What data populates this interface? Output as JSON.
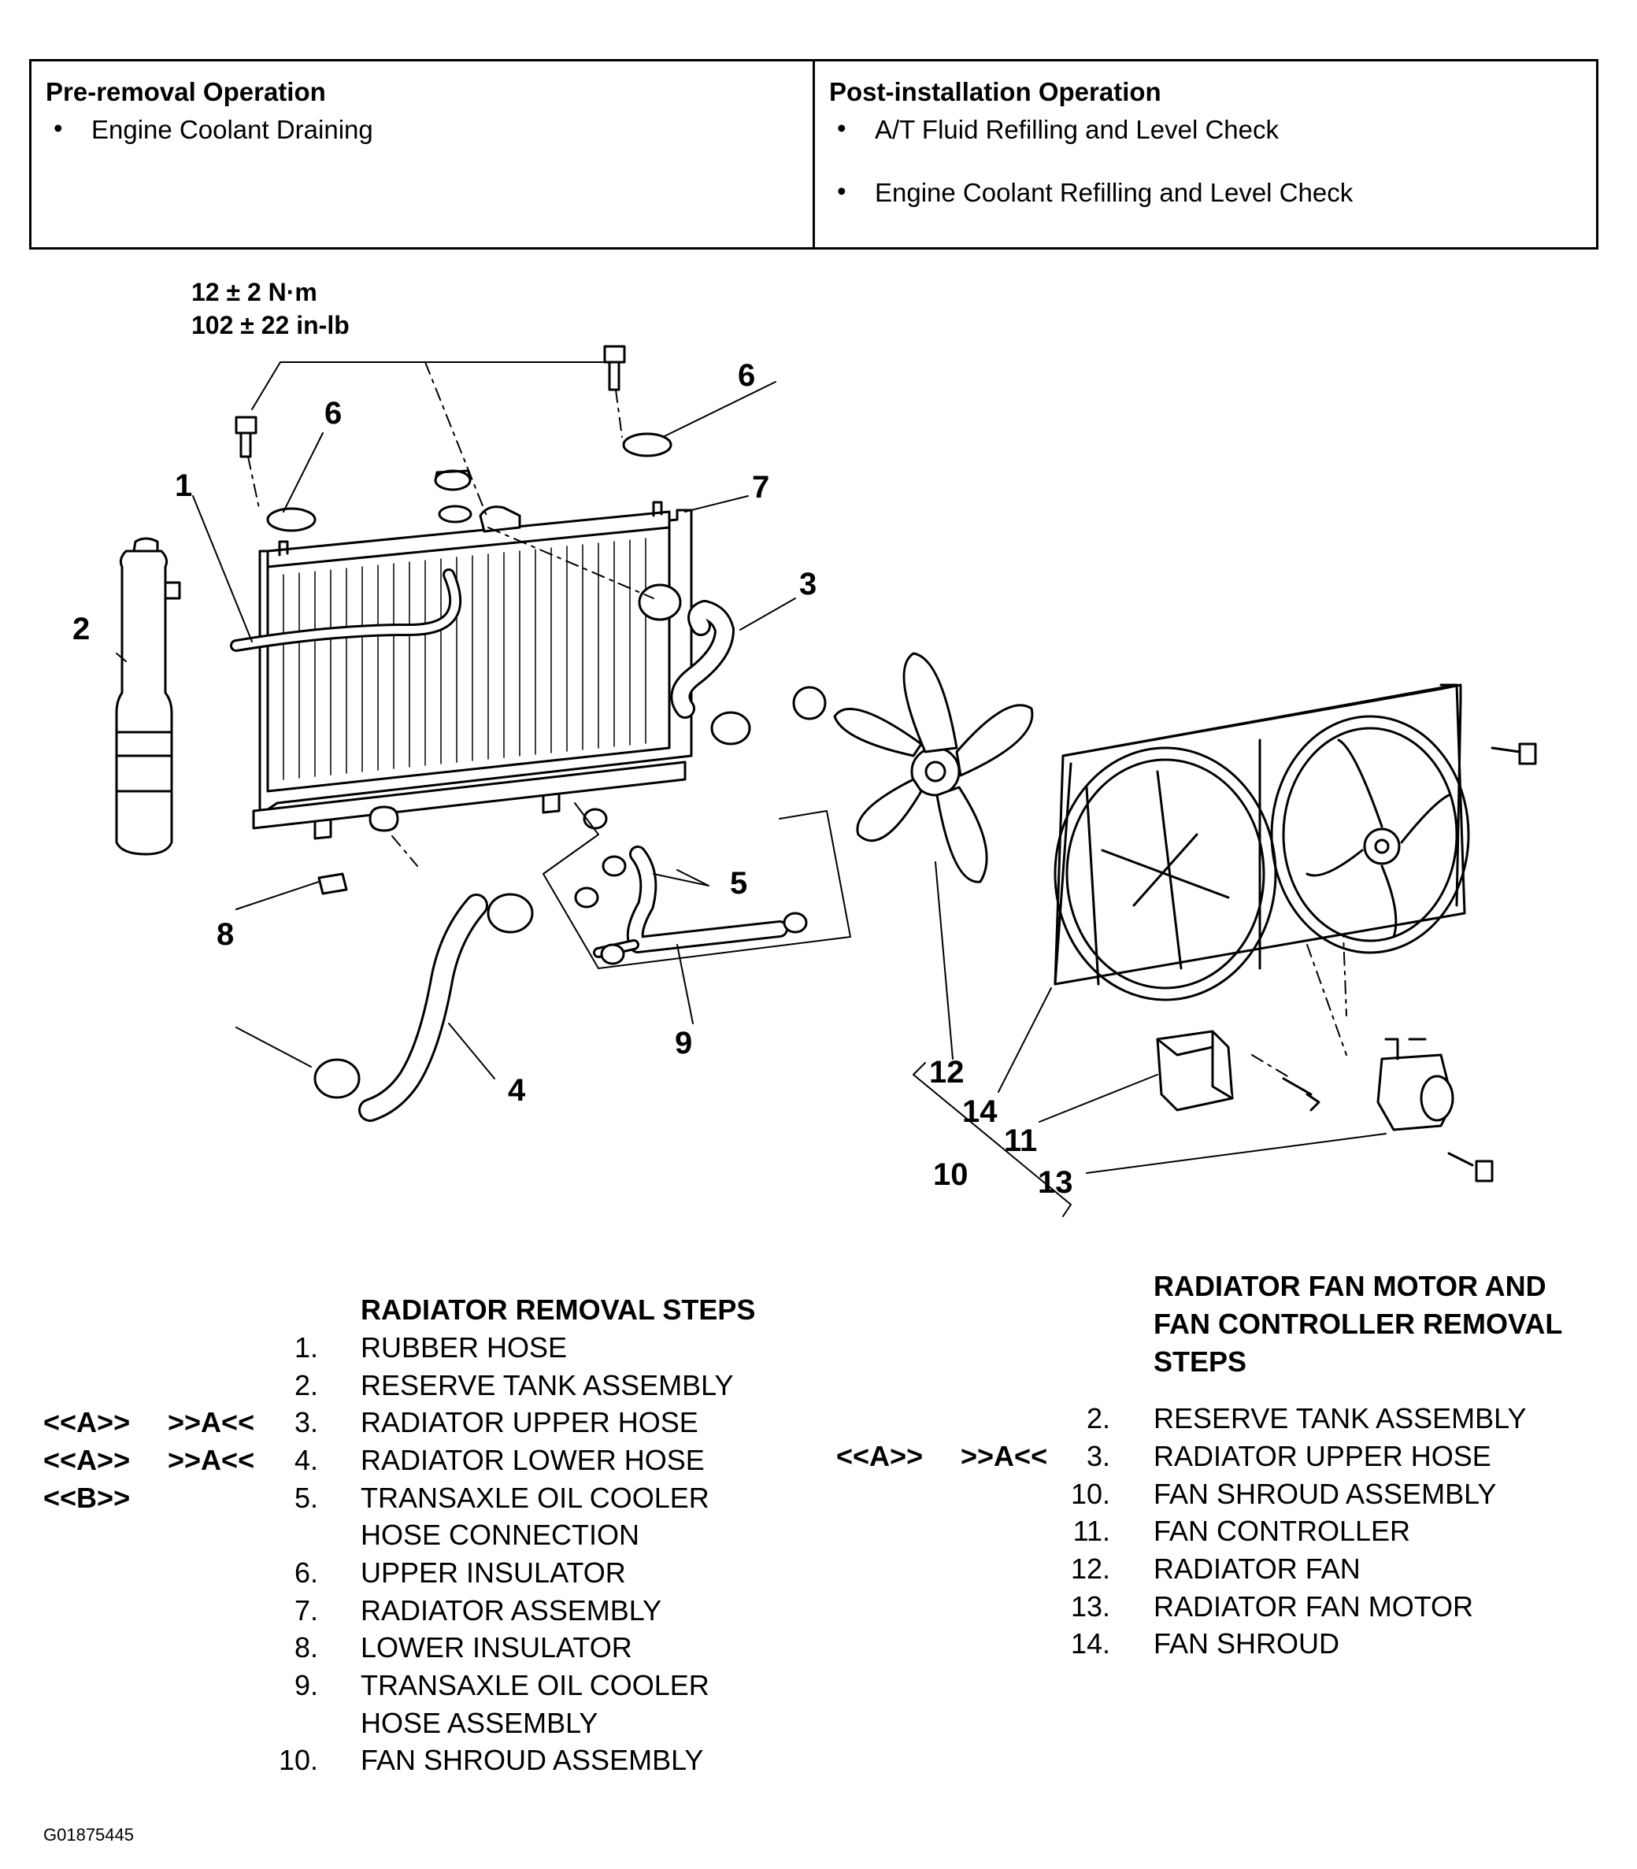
{
  "operations": {
    "pre_removal": {
      "heading": "Pre-removal Operation",
      "items": [
        "Engine Coolant Draining"
      ]
    },
    "post_installation": {
      "heading": "Post-installation Operation",
      "items": [
        "A/T Fluid Refilling and Level Check",
        "Engine Coolant Refilling and Level Check"
      ]
    }
  },
  "diagram": {
    "torque_spec": [
      "12 ± 2 N·m",
      "102 ± 22 in-lb"
    ],
    "callouts": [
      "1",
      "2",
      "3",
      "4",
      "5",
      "6",
      "6",
      "7",
      "8",
      "9",
      "10",
      "11",
      "12",
      "13",
      "14"
    ]
  },
  "radiator_steps": {
    "title": "RADIATOR REMOVAL STEPS",
    "steps": [
      {
        "num": "1.",
        "label": "RUBBER HOSE"
      },
      {
        "num": "2.",
        "label": "RESERVE TANK ASSEMBLY"
      },
      {
        "num": "3.",
        "label": "RADIATOR UPPER HOSE",
        "removal_mark": "<<A>>",
        "install_mark": ">>A<<"
      },
      {
        "num": "4.",
        "label": "RADIATOR LOWER HOSE",
        "removal_mark": "<<A>>",
        "install_mark": ">>A<<"
      },
      {
        "num": "5.",
        "label": "TRANSAXLE OIL COOLER",
        "label2": "HOSE CONNECTION",
        "removal_mark": "<<B>>"
      },
      {
        "num": "6.",
        "label": "UPPER INSULATOR"
      },
      {
        "num": "7.",
        "label": "RADIATOR ASSEMBLY"
      },
      {
        "num": "8.",
        "label": "LOWER INSULATOR"
      },
      {
        "num": "9.",
        "label": "TRANSAXLE OIL COOLER",
        "label2": "HOSE ASSEMBLY"
      },
      {
        "num": "10.",
        "label": "FAN SHROUD ASSEMBLY"
      }
    ]
  },
  "fan_steps": {
    "title_lines": [
      "RADIATOR FAN MOTOR AND",
      "FAN CONTROLLER REMOVAL",
      "STEPS"
    ],
    "steps": [
      {
        "num": "2.",
        "label": "RESERVE TANK ASSEMBLY"
      },
      {
        "num": "3.",
        "label": "RADIATOR UPPER HOSE",
        "removal_mark": "<<A>>",
        "install_mark": ">>A<<"
      },
      {
        "num": "10.",
        "label": "FAN SHROUD ASSEMBLY"
      },
      {
        "num": "11.",
        "label": "FAN CONTROLLER"
      },
      {
        "num": "12.",
        "label": "RADIATOR FAN"
      },
      {
        "num": "13.",
        "label": "RADIATOR FAN MOTOR"
      },
      {
        "num": "14.",
        "label": "FAN SHROUD"
      }
    ]
  },
  "figure_id": "G01875445"
}
